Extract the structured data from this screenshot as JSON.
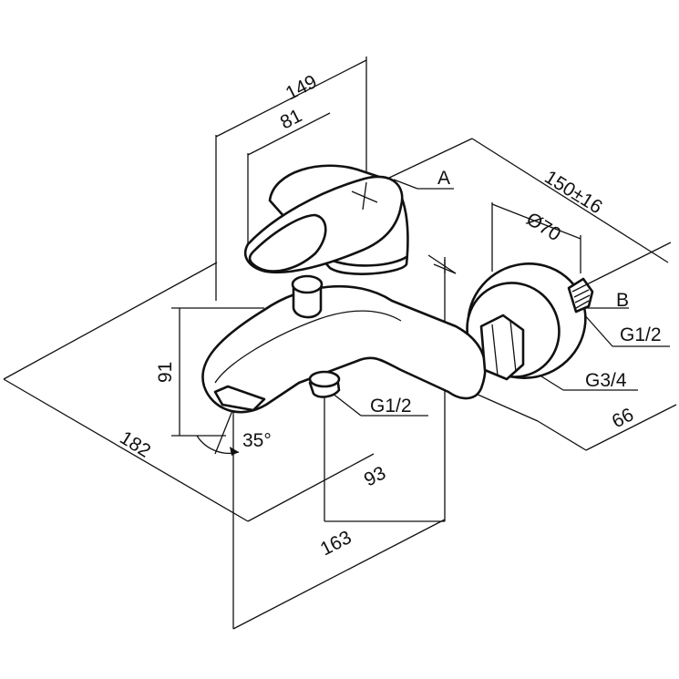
{
  "labels": {
    "dim_149": "149",
    "dim_81": "81",
    "dim_150": "150±16",
    "dim_70": "Ø70",
    "dim_91": "91",
    "dim_182": "182",
    "dim_35": "35°",
    "dim_93": "93",
    "dim_163": "163",
    "dim_66": "66",
    "ref_a": "A",
    "ref_b": "B",
    "thread_g12_top": "G1/2",
    "thread_g34": "G3/4",
    "thread_g12_bottom": "G1/2"
  }
}
